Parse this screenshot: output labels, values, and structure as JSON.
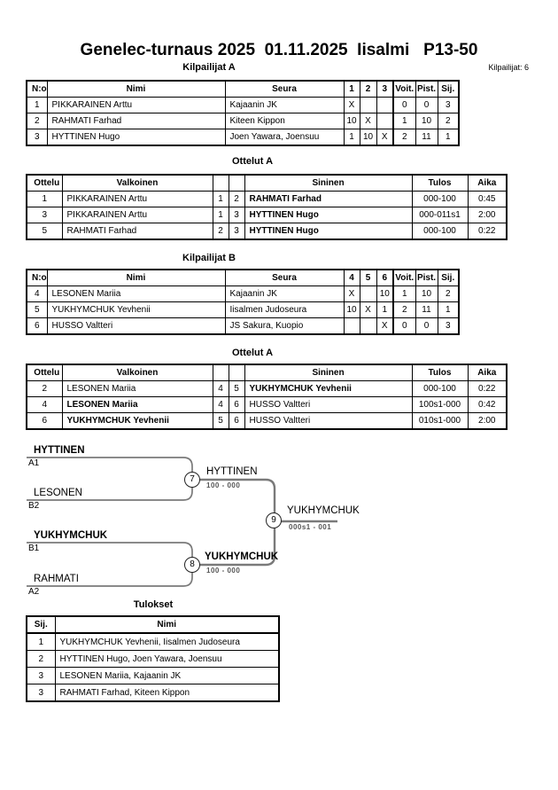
{
  "page": {
    "title": "Genelec-turnaus 2025  01.11.2025  Iisalmi   P13-50",
    "competitors_count_label": "Kilpailijat: 6"
  },
  "group_a": {
    "title": "Kilpailijat A",
    "headers": {
      "no": "N:o",
      "name": "Nimi",
      "club": "Seura",
      "m1": "1",
      "m2": "2",
      "m3": "3",
      "wins": "Voit.",
      "points": "Pist.",
      "rank": "Sij."
    },
    "rows": [
      {
        "no": "1",
        "name": "PIKKARAINEN Arttu",
        "club": "Kajaanin JK",
        "m1": "X",
        "m2": "",
        "m3": "",
        "wins": "0",
        "points": "0",
        "rank": "3"
      },
      {
        "no": "2",
        "name": "RAHMATI Farhad",
        "club": "Kiteen Kippon",
        "m1": "10",
        "m2": "X",
        "m3": "",
        "wins": "1",
        "points": "10",
        "rank": "2"
      },
      {
        "no": "3",
        "name": "HYTTINEN Hugo",
        "club": "Joen Yawara, Joensuu",
        "m1": "1",
        "m2": "10",
        "m3": "X",
        "wins": "2",
        "points": "11",
        "rank": "1"
      }
    ]
  },
  "matches_a": {
    "title": "Ottelut A",
    "headers": {
      "match": "Ottelu",
      "white": "Valkoinen",
      "blue": "Sininen",
      "result": "Tulos",
      "time": "Aika"
    },
    "rows": [
      {
        "match": "1",
        "white": "PIKKARAINEN Arttu",
        "white_no": "1",
        "blue_no": "2",
        "blue": "RAHMATI Farhad",
        "result": "000-100",
        "time": "0:45"
      },
      {
        "match": "3",
        "white": "PIKKARAINEN Arttu",
        "white_no": "1",
        "blue_no": "3",
        "blue": "HYTTINEN Hugo",
        "result": "000-011s1",
        "time": "2:00"
      },
      {
        "match": "5",
        "white": "RAHMATI Farhad",
        "white_no": "2",
        "blue_no": "3",
        "blue": "HYTTINEN Hugo",
        "result": "000-100",
        "time": "0:22"
      }
    ]
  },
  "group_b": {
    "title": "Kilpailijat B",
    "headers": {
      "no": "N:o",
      "name": "Nimi",
      "club": "Seura",
      "m1": "4",
      "m2": "5",
      "m3": "6",
      "wins": "Voit.",
      "points": "Pist.",
      "rank": "Sij."
    },
    "rows": [
      {
        "no": "4",
        "name": "LESONEN Mariia",
        "club": "Kajaanin JK",
        "m1": "X",
        "m2": "",
        "m3": "10",
        "wins": "1",
        "points": "10",
        "rank": "2"
      },
      {
        "no": "5",
        "name": "YUKHYMCHUK Yevhenii",
        "club": "Iisalmen Judoseura",
        "m1": "10",
        "m2": "X",
        "m3": "1",
        "wins": "2",
        "points": "11",
        "rank": "1"
      },
      {
        "no": "6",
        "name": "HUSSO Valtteri",
        "club": "JS Sakura, Kuopio",
        "m1": "",
        "m2": "",
        "m3": "X",
        "wins": "0",
        "points": "0",
        "rank": "3"
      }
    ]
  },
  "matches_b": {
    "title": "Ottelut A",
    "headers": {
      "match": "Ottelu",
      "white": "Valkoinen",
      "blue": "Sininen",
      "result": "Tulos",
      "time": "Aika"
    },
    "rows": [
      {
        "match": "2",
        "white": "LESONEN Mariia",
        "white_no": "4",
        "blue_no": "5",
        "blue": "YUKHYMCHUK Yevhenii",
        "result": "000-100",
        "time": "0:22"
      },
      {
        "match": "4",
        "white": "LESONEN Mariia",
        "white_no": "4",
        "blue_no": "6",
        "blue": "HUSSO Valtteri",
        "result": "100s1-000",
        "time": "0:42"
      },
      {
        "match": "6",
        "white": "YUKHYMCHUK Yevhenii",
        "white_no": "5",
        "blue_no": "6",
        "blue": "HUSSO Valtteri",
        "result": "010s1-000",
        "time": "2:00"
      }
    ]
  },
  "bracket": {
    "slots": {
      "a1": {
        "label": "A1",
        "name": "HYTTINEN"
      },
      "b2": {
        "label": "B2",
        "name": "LESONEN"
      },
      "b1": {
        "label": "B1",
        "name": "YUKHYMCHUK"
      },
      "a2": {
        "label": "A2",
        "name": "RAHMATI"
      }
    },
    "match7": {
      "number": "7",
      "winner": "HYTTINEN",
      "score": "100 - 000"
    },
    "match8": {
      "number": "8",
      "winner": "YUKHYMCHUK",
      "score": "100 - 000"
    },
    "match9": {
      "number": "9",
      "winner": "YUKHYMCHUK",
      "score": "000s1 - 001"
    }
  },
  "results": {
    "title": "Tulokset",
    "headers": {
      "rank": "Sij.",
      "name": "Nimi"
    },
    "rows": [
      {
        "rank": "1",
        "name": "YUKHYMCHUK Yevhenii, Iisalmen Judoseura"
      },
      {
        "rank": "2",
        "name": "HYTTINEN Hugo, Joen Yawara, Joensuu"
      },
      {
        "rank": "3",
        "name": "LESONEN Mariia, Kajaanin JK"
      },
      {
        "rank": "3",
        "name": "RAHMATI Farhad, Kiteen Kippon"
      }
    ]
  }
}
